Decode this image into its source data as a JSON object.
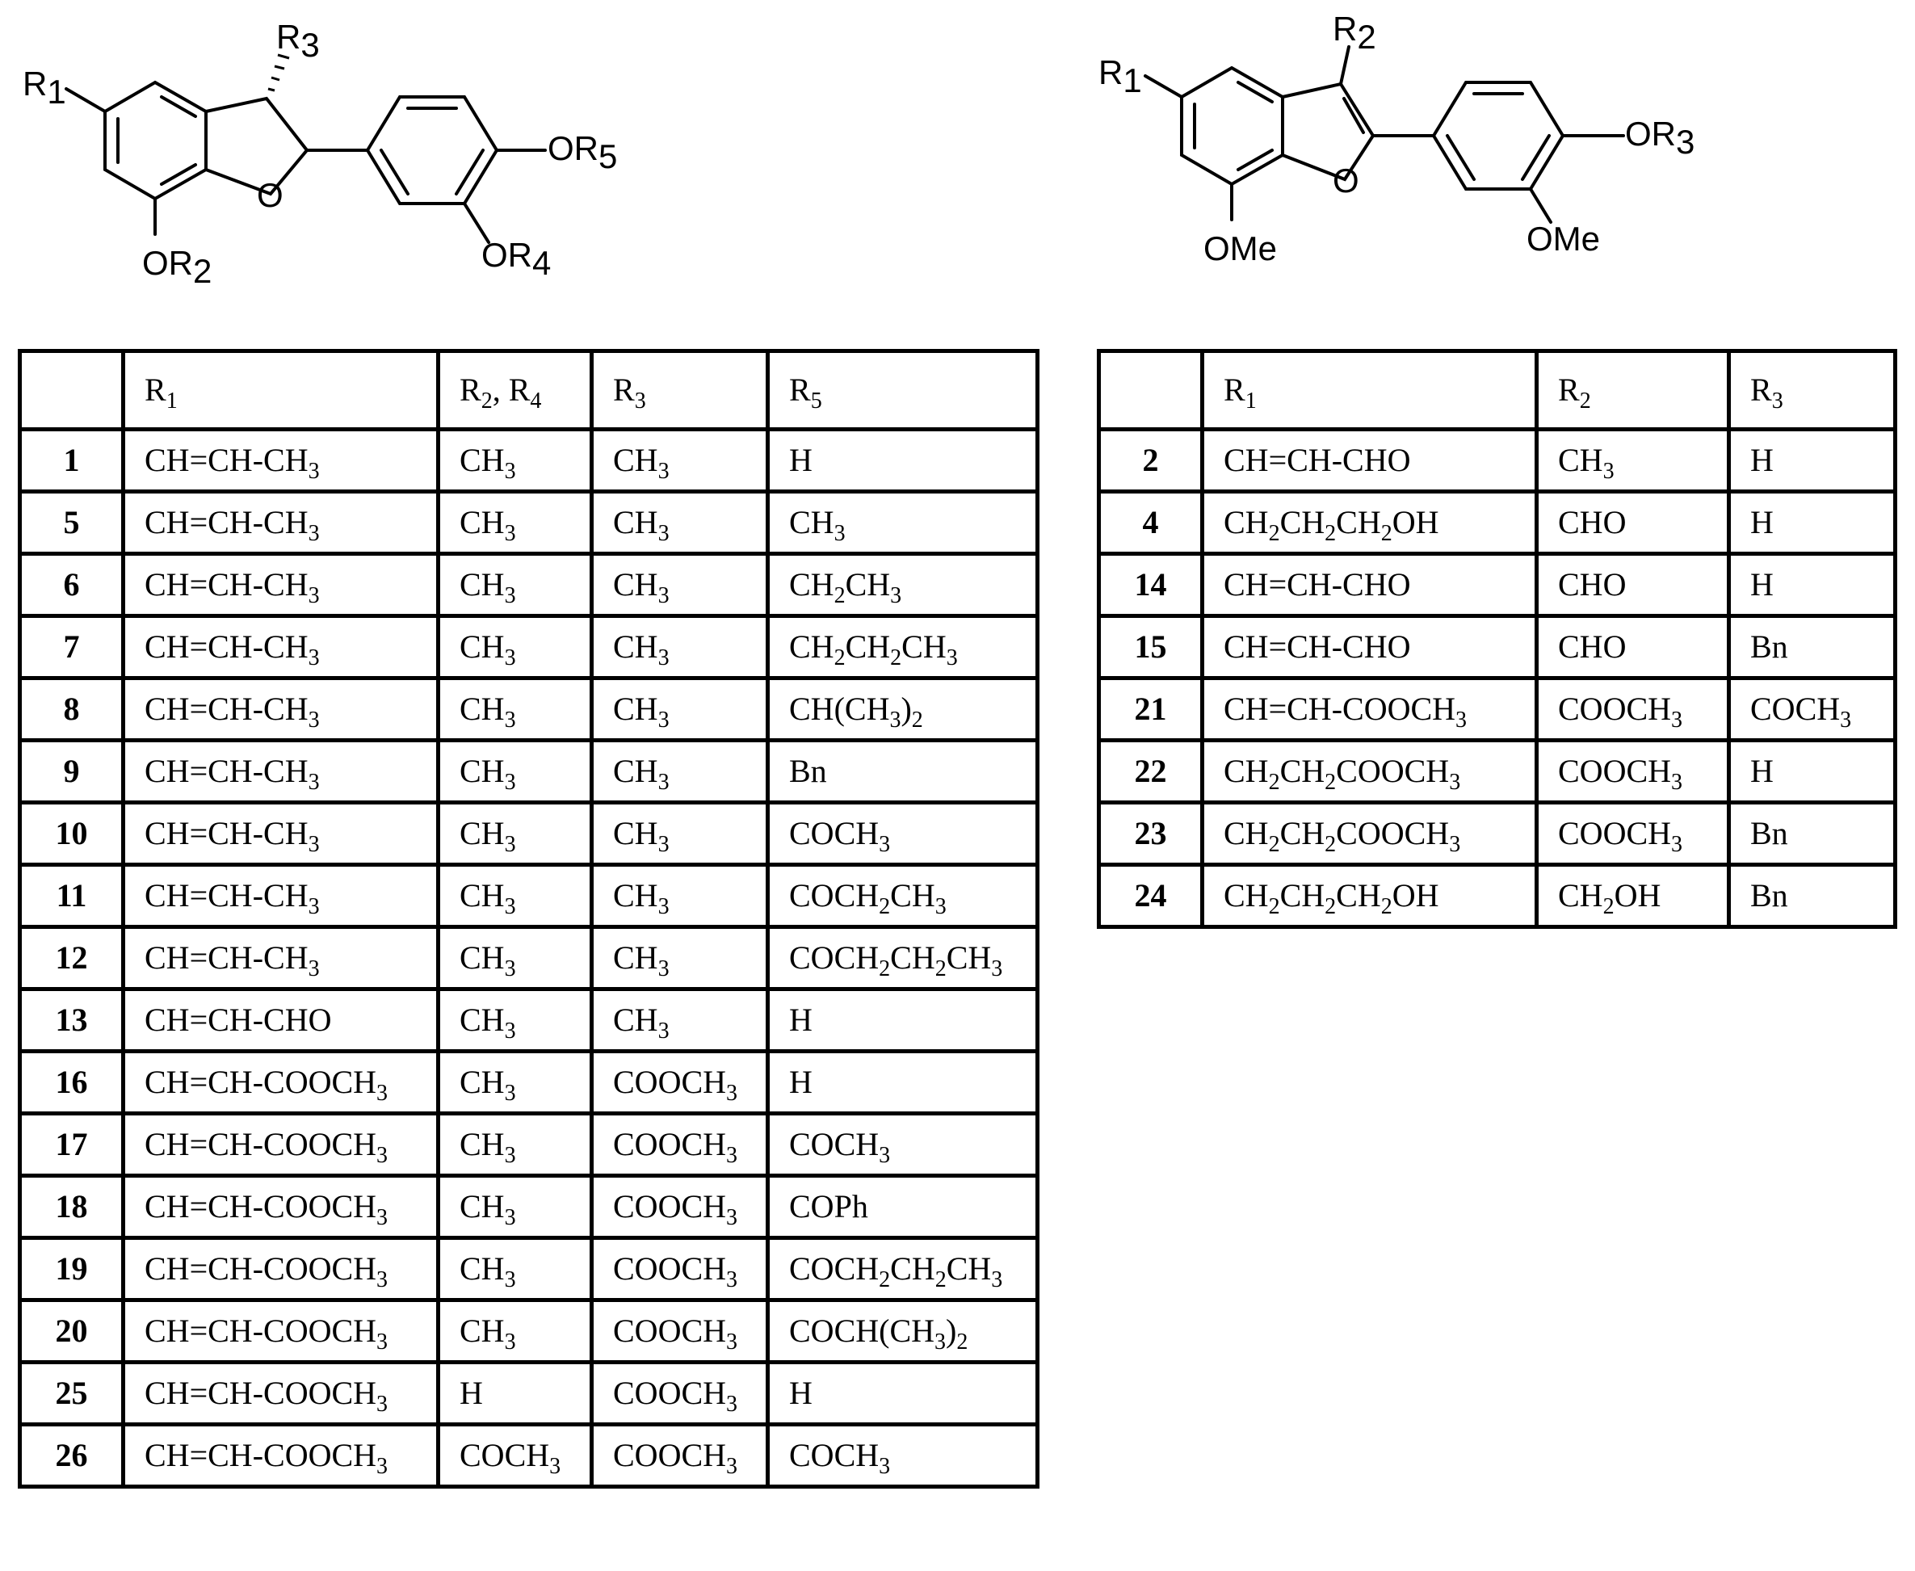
{
  "left_structure": {
    "labels": {
      "r1": [
        "R",
        "1"
      ],
      "r3": [
        "R",
        "3"
      ],
      "r5": [
        "OR",
        "5"
      ],
      "r4": [
        "OR",
        "4"
      ],
      "r2": [
        "OR",
        "2"
      ],
      "o": "O"
    }
  },
  "right_structure": {
    "labels": {
      "r1": [
        "R",
        "1"
      ],
      "r2": [
        "R",
        "2"
      ],
      "r3": [
        "OR",
        "3"
      ],
      "ome_ring": "OMe",
      "ome_aryl": "OMe",
      "o": "O"
    }
  },
  "left_table": {
    "headers": [
      "",
      "R_{1}",
      "R_{2}, R_{4}",
      "R_{3}",
      "R_{5}"
    ],
    "rows": [
      [
        "1",
        "CH=CH-CH_{3}",
        "CH_{3}",
        "CH_{3}",
        "H"
      ],
      [
        "5",
        "CH=CH-CH_{3}",
        "CH_{3}",
        "CH_{3}",
        "CH_{3}"
      ],
      [
        "6",
        "CH=CH-CH_{3}",
        "CH_{3}",
        "CH_{3}",
        "CH_{2}CH_{3}"
      ],
      [
        "7",
        "CH=CH-CH_{3}",
        "CH_{3}",
        "CH_{3}",
        "CH_{2}CH_{2}CH_{3}"
      ],
      [
        "8",
        "CH=CH-CH_{3}",
        "CH_{3}",
        "CH_{3}",
        "CH(CH_{3})_{2}"
      ],
      [
        "9",
        "CH=CH-CH_{3}",
        "CH_{3}",
        "CH_{3}",
        "Bn"
      ],
      [
        "10",
        "CH=CH-CH_{3}",
        "CH_{3}",
        "CH_{3}",
        "COCH_{3}"
      ],
      [
        "11",
        "CH=CH-CH_{3}",
        "CH_{3}",
        "CH_{3}",
        "COCH_{2}CH_{3}"
      ],
      [
        "12",
        "CH=CH-CH_{3}",
        "CH_{3}",
        "CH_{3}",
        "COCH_{2}CH_{2}CH_{3}"
      ],
      [
        "13",
        "CH=CH-CHO",
        "CH_{3}",
        "CH_{3}",
        "H"
      ],
      [
        "16",
        "CH=CH-COOCH_{3}",
        "CH_{3}",
        "COOCH_{3}",
        "H"
      ],
      [
        "17",
        "CH=CH-COOCH_{3}",
        "CH_{3}",
        "COOCH_{3}",
        "COCH_{3}"
      ],
      [
        "18",
        "CH=CH-COOCH_{3}",
        "CH_{3}",
        "COOCH_{3}",
        "COPh"
      ],
      [
        "19",
        "CH=CH-COOCH_{3}",
        "CH_{3}",
        "COOCH_{3}",
        "COCH_{2}CH_{2}CH_{3}"
      ],
      [
        "20",
        "CH=CH-COOCH_{3}",
        "CH_{3}",
        "COOCH_{3}",
        "COCH(CH_{3})_{2}"
      ],
      [
        "25",
        "CH=CH-COOCH_{3}",
        "H",
        "COOCH_{3}",
        "H"
      ],
      [
        "26",
        "CH=CH-COOCH_{3}",
        "COCH_{3}",
        "COOCH_{3}",
        "COCH_{3}"
      ]
    ]
  },
  "right_table": {
    "headers": [
      "",
      "R_{1}",
      "R_{2}",
      "R_{3}"
    ],
    "rows": [
      [
        "2",
        "CH=CH-CHO",
        "CH_{3}",
        "H"
      ],
      [
        "4",
        "CH_{2}CH_{2}CH_{2}OH",
        "CHO",
        "H"
      ],
      [
        "14",
        "CH=CH-CHO",
        "CHO",
        "H"
      ],
      [
        "15",
        "CH=CH-CHO",
        "CHO",
        "Bn"
      ],
      [
        "21",
        "CH=CH-COOCH_{3}",
        "COOCH_{3}",
        "COCH_{3}"
      ],
      [
        "22",
        "CH_{2}CH_{2}COOCH_{3}",
        "COOCH_{3}",
        "H"
      ],
      [
        "23",
        "CH_{2}CH_{2}COOCH_{3}",
        "COOCH_{3}",
        "Bn"
      ],
      [
        "24",
        "CH_{2}CH_{2}CH_{2}OH",
        "CH_{2}OH",
        "Bn"
      ]
    ]
  }
}
